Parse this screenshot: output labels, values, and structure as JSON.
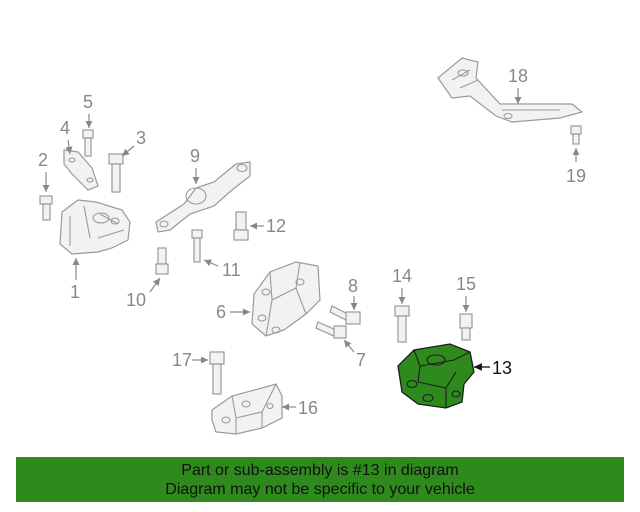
{
  "callouts": {
    "c1": "1",
    "c2": "2",
    "c3": "3",
    "c4": "4",
    "c5": "5",
    "c6": "6",
    "c7": "7",
    "c8": "8",
    "c9": "9",
    "c10": "10",
    "c11": "11",
    "c12": "12",
    "c13": "13",
    "c14": "14",
    "c15": "15",
    "c16": "16",
    "c17": "17",
    "c18": "18",
    "c19": "19"
  },
  "banner": {
    "line1": "Part or sub-assembly is #13 in diagram",
    "line2": "Diagram may not be specific to your vehicle"
  },
  "colors": {
    "highlight": "#2f8a1e",
    "linework": "#9a9a9a",
    "callout": "#888888"
  }
}
